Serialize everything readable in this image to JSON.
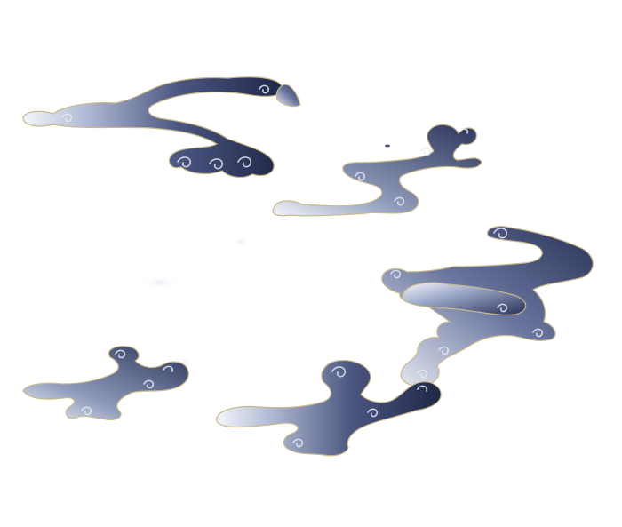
{
  "scene": {
    "description_label": "",
    "background_color": "#ffffff",
    "palette": {
      "ink_dark": "#1f2747",
      "ink_mid": "#5a6690",
      "ink_light": "#aeb8d2",
      "mist": "#eef1f7",
      "gold_outline": "#c9b98a"
    },
    "clouds": [
      {
        "name": "cloud-top-left"
      },
      {
        "name": "cloud-top-right"
      },
      {
        "name": "cloud-right-large"
      },
      {
        "name": "cloud-bottom-left"
      },
      {
        "name": "cloud-bottom-center"
      }
    ]
  }
}
